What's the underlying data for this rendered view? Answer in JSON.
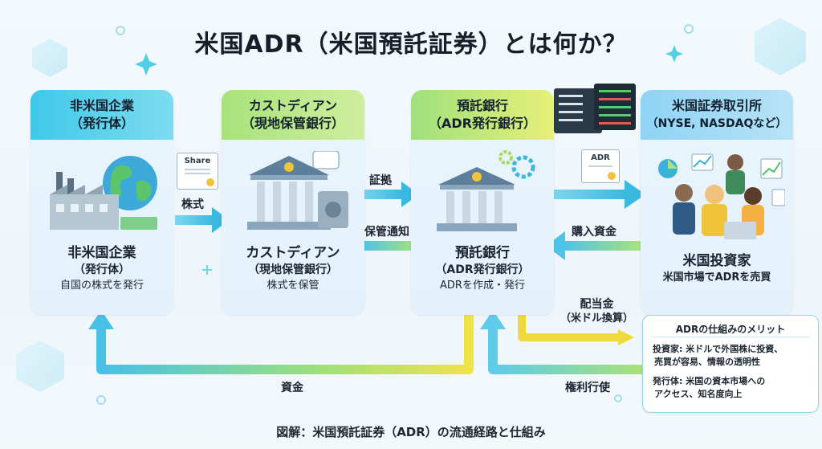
{
  "title": "米国ADR（米国預託証券）とは何か？",
  "caption": "図解：米国預託証券（ADR）の流通経路と仕組み",
  "columns": [
    {
      "header_line1": "非米国企業",
      "header_line2": "（発行体）",
      "name": "非米国企業",
      "role": "（発行体）",
      "desc": "自国の株式を発行"
    },
    {
      "header_line1": "カストディアン",
      "header_line2": "（現地保管銀行）",
      "name": "カストディアン",
      "role": "（現地保管銀行）",
      "desc": "株式を保管"
    },
    {
      "header_line1": "預託銀行",
      "header_line2": "（ADR発行銀行）",
      "name": "預託銀行",
      "role": "（ADR発行銀行）",
      "desc": "ADRを作成・発行"
    },
    {
      "header_line1": "米国証券取引所",
      "header_line2": "（NYSE, NASDAQなど）",
      "name": "米国投資家",
      "desc": "米国市場でADRを売買"
    }
  ],
  "flows": {
    "stock": "株式",
    "proof": "証拠",
    "custody_notice": "保管通知",
    "purchase_funds": "購入資金",
    "dividend_line1": "配当金",
    "dividend_line2": "（米ドル換算）",
    "funds": "資金",
    "rights": "権利行使"
  },
  "icons": {
    "share_card": "Share",
    "adr_card": "ADR"
  },
  "benefits": {
    "title": "ADRの仕組みのメリット",
    "investor_line1": "投資家: 米ドルで外国株に投資、",
    "investor_line2": "売買が容易、情報の透明性",
    "issuer_line1": "発行体: 米国の資本市場への",
    "issuer_line2": "アクセス、知名度向上"
  },
  "colors": {
    "accent_blue": "#3fc8e9",
    "accent_green": "#a8e27a",
    "accent_yellow": "#e7ef78"
  }
}
